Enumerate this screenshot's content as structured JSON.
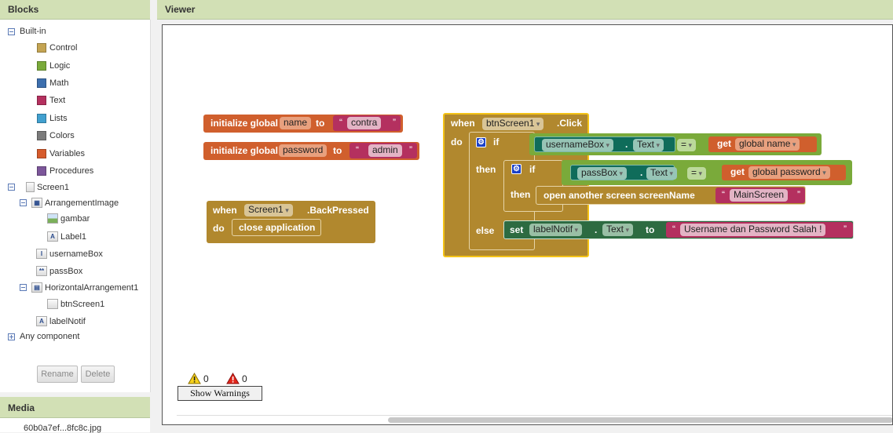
{
  "blocks_panel": {
    "title": "Blocks",
    "builtin_label": "Built-in",
    "builtin": [
      {
        "label": "Control",
        "color": "#c4a452"
      },
      {
        "label": "Logic",
        "color": "#7aaa3a"
      },
      {
        "label": "Math",
        "color": "#3d6fae"
      },
      {
        "label": "Text",
        "color": "#b4305f"
      },
      {
        "label": "Lists",
        "color": "#41a0cf"
      },
      {
        "label": "Colors",
        "color": "#7b7b7b"
      },
      {
        "label": "Variables",
        "color": "#d65b2c"
      },
      {
        "label": "Procedures",
        "color": "#7c569a"
      }
    ],
    "screen1": "Screen1",
    "arrangement_image": "ArrangementImage",
    "gambar": "gambar",
    "label1": "Label1",
    "username_box": "usernameBox",
    "pass_box": "passBox",
    "horizontal_arrangement": "HorizontalArrangement1",
    "btn_screen1": "btnScreen1",
    "label_notif": "labelNotif",
    "any_component": "Any component",
    "rename_button": "Rename",
    "delete_button": "Delete"
  },
  "media_panel": {
    "title": "Media",
    "file": "60b0a7ef...8fc8c.jpg"
  },
  "viewer": {
    "title": "Viewer",
    "warnings_count": "0",
    "errors_count": "0",
    "show_warnings_button": "Show Warnings"
  },
  "code": {
    "init_name": {
      "prefix": "initialize global",
      "var": "name",
      "to": "to",
      "value": "contra"
    },
    "init_password": {
      "prefix": "initialize global",
      "var": "password",
      "to": "to",
      "value": "admin"
    },
    "back_pressed": {
      "when": "when",
      "component": "Screen1",
      "event": ".BackPressed",
      "do": "do",
      "action": "close application"
    },
    "click": {
      "when": "when",
      "component": "btnScreen1",
      "event": ".Click",
      "do": "do",
      "if": "if",
      "then": "then",
      "else": "else",
      "cond1": {
        "component": "usernameBox",
        "prop": "Text",
        "op": "=",
        "get": "get",
        "var": "global name"
      },
      "cond2": {
        "component": "passBox",
        "prop": "Text",
        "op": "=",
        "get": "get",
        "var": "global password"
      },
      "open": {
        "label": "open another screen  screenName",
        "value": "MainScreen"
      },
      "set": {
        "set": "set",
        "component": "labelNotif",
        "prop": "Text",
        "to": "to",
        "value": "Username dan Password Salah !"
      }
    }
  },
  "icons": {
    "warning": "warning-triangle",
    "error": "error-triangle",
    "mutator": "gear"
  }
}
